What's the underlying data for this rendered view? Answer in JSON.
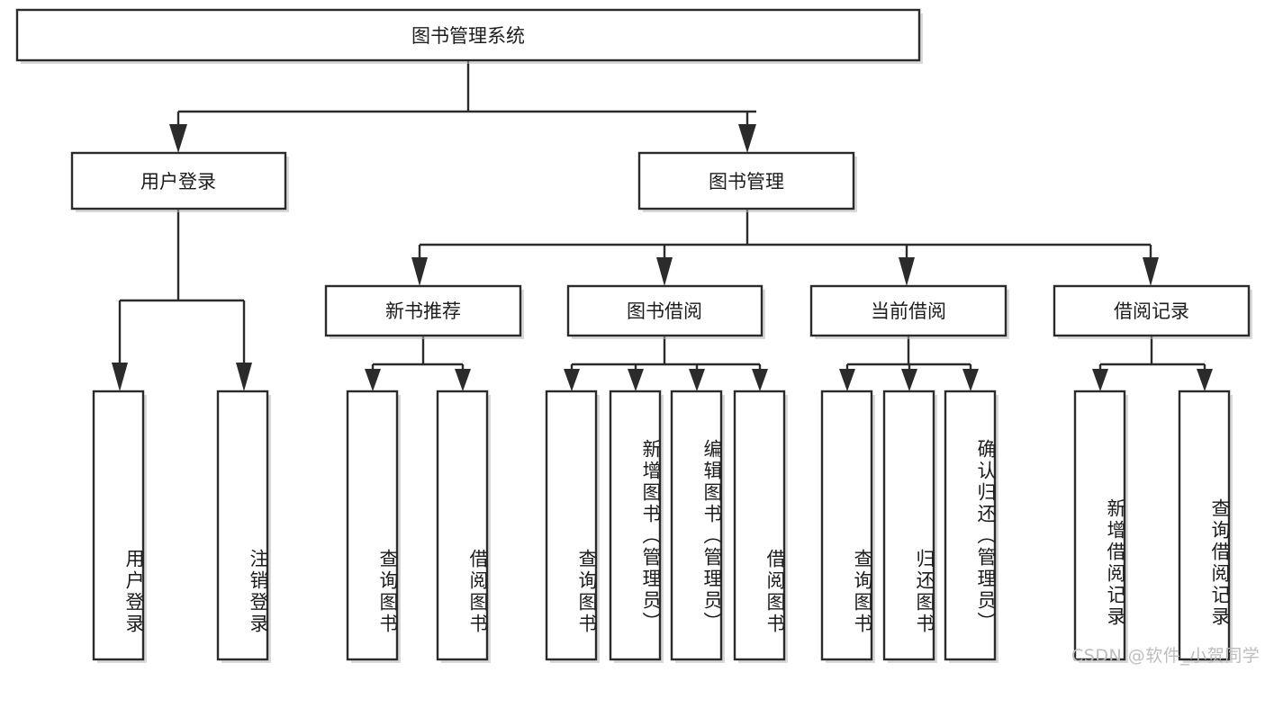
{
  "diagram": {
    "title": "图书管理系统",
    "type": "tree-hierarchy",
    "colors": {
      "background": "#ffffff",
      "box_fill": "#ffffff",
      "box_stroke": "#2b2b2b",
      "text": "#1c1c1c",
      "watermark": "#bdbdbd"
    },
    "root": {
      "label": "图书管理系统"
    },
    "level2": [
      {
        "label": "用户登录"
      },
      {
        "label": "图书管理"
      }
    ],
    "level3": [
      {
        "label": "新书推荐"
      },
      {
        "label": "图书借阅"
      },
      {
        "label": "当前借阅"
      },
      {
        "label": "借阅记录"
      }
    ],
    "leaves": {
      "user_login": [
        {
          "label": "用户登录"
        },
        {
          "label": "注销登录"
        }
      ],
      "new_book": [
        {
          "label": "查询图书"
        },
        {
          "label": "借阅图书"
        }
      ],
      "book_borrow": [
        {
          "label": "查询图书"
        },
        {
          "label": "新增图书（管理员）"
        },
        {
          "label": "编辑图书（管理员）"
        },
        {
          "label": "借阅图书"
        }
      ],
      "current_borrow": [
        {
          "label": "查询图书"
        },
        {
          "label": "归还图书"
        },
        {
          "label": "确认归还（管理员）"
        }
      ],
      "borrow_record": [
        {
          "label": "新增借阅记录"
        },
        {
          "label": "查询借阅记录"
        }
      ]
    }
  },
  "watermark": {
    "text": "CSDN @软件_小贺同学"
  }
}
